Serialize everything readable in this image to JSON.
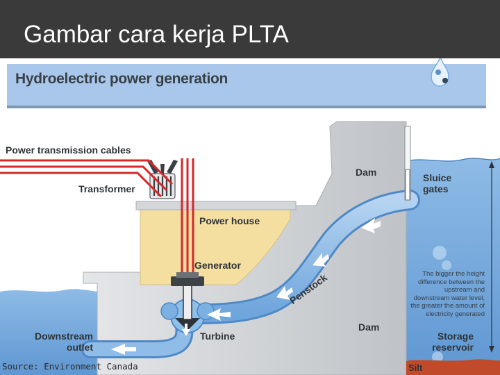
{
  "slide": {
    "title": "Gambar cara kerja PLTA"
  },
  "diagram": {
    "title": "Hydroelectric power generation",
    "labels": {
      "cables": "Power transmission cables",
      "transformer": "Transformer",
      "dam_top": "Dam",
      "sluice": "Sluice\ngates",
      "power_house": "Power house",
      "generator": "Generator",
      "penstock": "Penstock",
      "dam_bottom": "Dam",
      "downstream": "Downstream\noutlet",
      "turbine": "Turbine",
      "storage": "Storage\nreservoir",
      "silt": "Silt"
    },
    "note": "The bigger the height difference between the upstream and downstream water level, the greater the amount of electricity generated",
    "source": "Source: Environment Canada"
  },
  "colors": {
    "title_bar": "#3a3a3a",
    "water": "#7aaee0",
    "banner": "#a9c7ea",
    "dam": "#c9ccd0",
    "power_house": "#f4deA0",
    "cables": "#d8262b"
  }
}
